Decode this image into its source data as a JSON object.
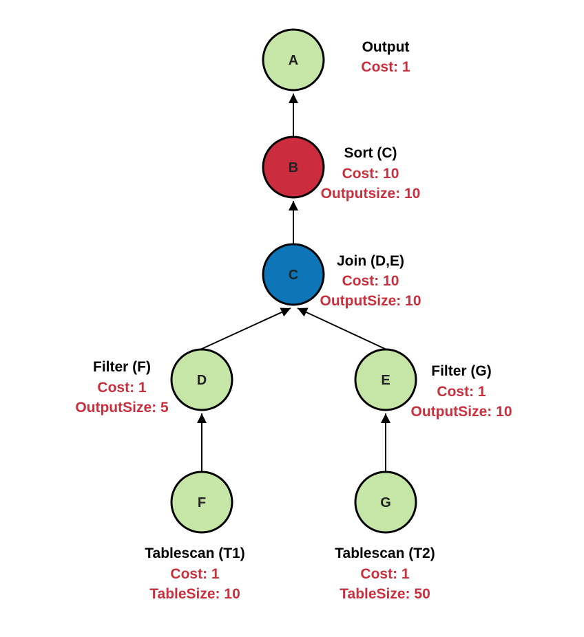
{
  "colors": {
    "default_node": "#c6e6a7",
    "sort_node": "#cb2d3e",
    "join_node": "#0e76b8",
    "stat_text": "#c8303e",
    "label_text": "#000000"
  },
  "nodes": {
    "A": {
      "letter": "A",
      "op": "Output",
      "stats": [
        "Cost: 1"
      ]
    },
    "B": {
      "letter": "B",
      "op": "Sort (C)",
      "stats": [
        "Cost: 10",
        "Outputsize: 10"
      ]
    },
    "C": {
      "letter": "C",
      "op": "Join (D,E)",
      "stats": [
        "Cost: 10",
        "OutputSize: 10"
      ]
    },
    "D": {
      "letter": "D",
      "op": "Filter (F)",
      "stats": [
        "Cost: 1",
        "OutputSize: 5"
      ]
    },
    "E": {
      "letter": "E",
      "op": "Filter (G)",
      "stats": [
        "Cost: 1",
        "OutputSize: 10"
      ]
    },
    "F": {
      "letter": "F",
      "op": "Tablescan (T1)",
      "stats": [
        "Cost: 1",
        "TableSize: 10"
      ]
    },
    "G": {
      "letter": "G",
      "op": "Tablescan (T2)",
      "stats": [
        "Cost: 1",
        "TableSize: 50"
      ]
    }
  },
  "edges": [
    {
      "from": "B",
      "to": "A"
    },
    {
      "from": "C",
      "to": "B"
    },
    {
      "from": "D",
      "to": "C"
    },
    {
      "from": "E",
      "to": "C"
    },
    {
      "from": "F",
      "to": "D"
    },
    {
      "from": "G",
      "to": "E"
    }
  ]
}
